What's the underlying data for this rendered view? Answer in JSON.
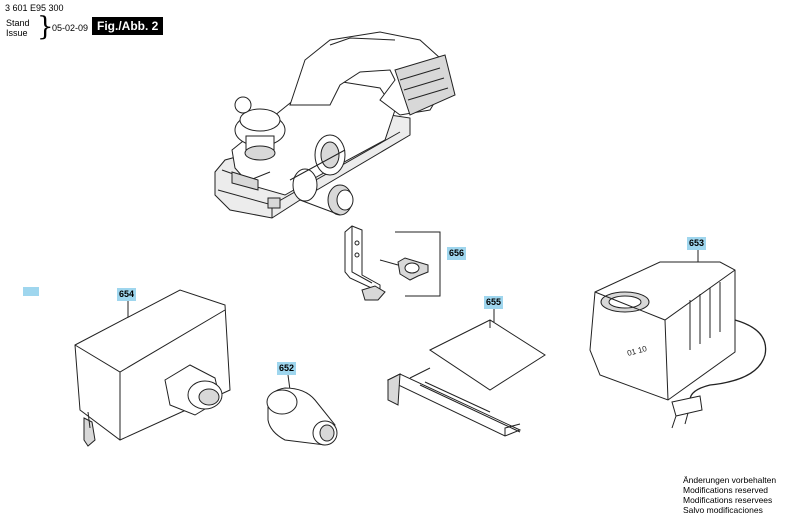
{
  "header": {
    "part_number": "3 601 E95 300",
    "stand_label": "Stand",
    "issue_label": "Issue",
    "brace": "}",
    "issue_date": "05-02-09",
    "figure_label": "Fig./Abb. 2"
  },
  "callouts": {
    "part_656": "656",
    "part_653": "653",
    "part_654": "654",
    "part_655": "655",
    "part_652": "652"
  },
  "notice": {
    "line_de": "Änderungen vorbehalten",
    "line_en": "Modifications reserved",
    "line_fr": "Modifications reservees",
    "line_es": "Salvo modificaciones"
  },
  "colors": {
    "callout_bg": "#9fd6ee",
    "badge_bg": "#000000",
    "line": "#222222"
  }
}
